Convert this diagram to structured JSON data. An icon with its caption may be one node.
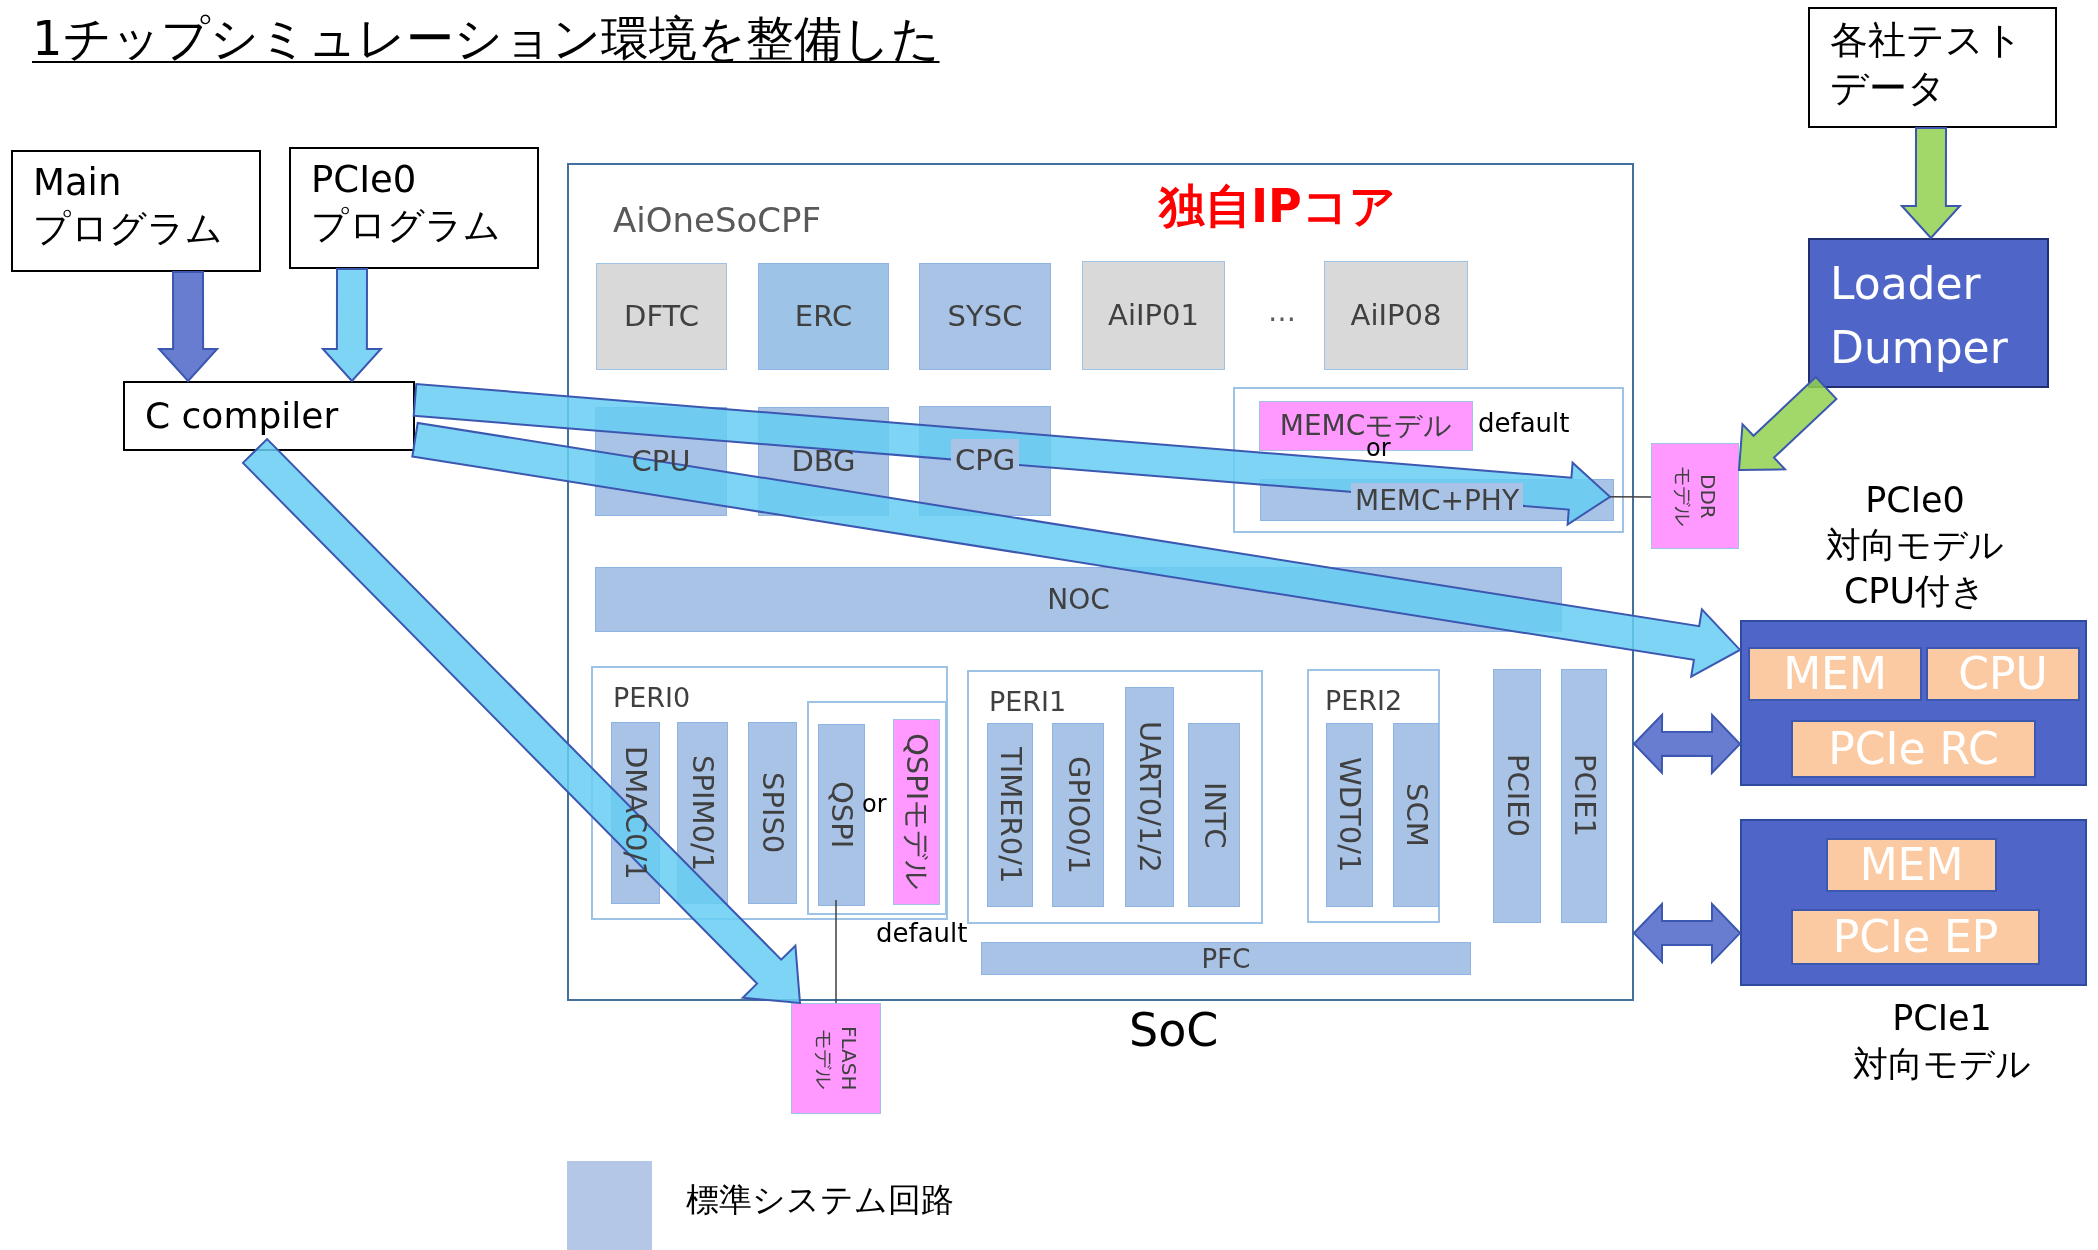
{
  "diagram": {
    "title": "1チップシミュレーション環境を整備した",
    "nodes": [
      {
        "text": [
          "Main プログラム"
        ]
      },
      {
        "text": [
          "PCIe0 プログラム"
        ]
      },
      {
        "text": [
          "C compiler"
        ]
      },
      {
        "text": [
          "各社テストデータ"
        ]
      },
      {
        "text": [
          "Loader Dumper"
        ]
      },
      {
        "text": [
          "AiOneSoCPF"
        ],
        "beside": [
          "SoC"
        ]
      },
      {
        "text": [
          "DFTC"
        ],
        "in": 5
      },
      {
        "text": [
          "ERC"
        ],
        "in": 5
      },
      {
        "text": [
          "SYSC"
        ],
        "in": 5
      },
      {
        "text": [
          "AiIP01"
        ],
        "in": 5
      },
      {
        "text": [
          "AiIP08"
        ],
        "in": 5
      },
      {
        "text": [
          "CPU"
        ],
        "in": 5
      },
      {
        "text": [
          "DBG"
        ],
        "in": 5
      },
      {
        "text": [
          "CPG"
        ],
        "in": 5
      },
      {
        "text": [],
        "shape": "box",
        "in": 5
      },
      {
        "text": [
          "MEMCモデル"
        ],
        "in": 14
      },
      {
        "text": [
          "MEMC+PHY"
        ],
        "in": 14
      },
      {
        "text": [
          "NOC"
        ],
        "in": 5
      },
      {
        "text": [
          "PERI0"
        ],
        "in": 5
      },
      {
        "text": [
          "DMAC0/1"
        ],
        "in": 18
      },
      {
        "text": [
          "SPIM0/1"
        ],
        "in": 18
      },
      {
        "text": [
          "SPIS0"
        ],
        "in": 18
      },
      {
        "text": [],
        "shape": "box",
        "in": 18
      },
      {
        "text": [
          "QSPI"
        ],
        "in": 22
      },
      {
        "text": [
          "QSPIモデル"
        ],
        "in": 22
      },
      {
        "text": [
          "PERI1"
        ],
        "in": 5
      },
      {
        "text": [
          "TIMER0/1"
        ],
        "in": 25
      },
      {
        "text": [
          "GPIO0/1"
        ],
        "in": 25
      },
      {
        "text": [
          "UART0/1/2"
        ],
        "in": 25
      },
      {
        "text": [
          "INTC"
        ],
        "in": 25
      },
      {
        "text": [
          "PERI2"
        ],
        "in": 5
      },
      {
        "text": [
          "WDT0/1"
        ],
        "in": 30
      },
      {
        "text": [
          "SCM"
        ],
        "in": 30
      },
      {
        "text": [
          "PCIE0"
        ],
        "in": 5
      },
      {
        "text": [
          "PCIE1"
        ],
        "in": 5
      },
      {
        "text": [
          "PFC"
        ],
        "in": 5
      },
      {
        "text": [
          "FLASH モデル"
        ]
      },
      {
        "text": [
          "DDR モデル"
        ]
      },
      {
        "text": [
          "PCIe0 対向モデル CPU付き"
        ]
      },
      {
        "text": [
          "MEM"
        ],
        "in": 38
      },
      {
        "text": [
          "CPU"
        ],
        "in": 38
      },
      {
        "text": [
          "PCIe RC"
        ],
        "in": 38
      },
      {
        "text": [
          "PCIe1 対向モデル"
        ]
      },
      {
        "text": [
          "MEM"
        ],
        "in": 42
      },
      {
        "text": [
          "PCIe EP"
        ],
        "in": 42
      }
    ],
    "edges": [
      {
        "from": 0,
        "to": 2,
        "arrow": "to",
        "style": "thick",
        "color": "#4f66c8"
      },
      {
        "from": 1,
        "to": 2,
        "arrow": "to",
        "style": "thick",
        "color": "#66ccf2"
      },
      {
        "from": 3,
        "to": 4,
        "arrow": "to",
        "style": "thick",
        "color": "#92d050"
      },
      {
        "from": 4,
        "to": 37,
        "arrow": "to",
        "style": "thick",
        "color": "#92d050"
      },
      {
        "from": 2,
        "to": 16,
        "arrow": "to",
        "style": "thick",
        "color": "#66ccf2"
      },
      {
        "from": 2,
        "to": 38,
        "arrow": "to",
        "style": "thick",
        "color": "#66ccf2"
      },
      {
        "from": 2,
        "to": 36,
        "arrow": "to",
        "style": "thick",
        "color": "#66ccf2"
      },
      {
        "from": 16,
        "to": 37,
        "arrow": "none"
      },
      {
        "from": 23,
        "to": 36,
        "arrow": "none"
      },
      {
        "from": 5,
        "to": 38,
        "arrow": "both",
        "style": "thick",
        "color": "#4f66c8"
      },
      {
        "from": 5,
        "to": 42,
        "arrow": "both",
        "style": "thick",
        "color": "#4f66c8"
      }
    ],
    "labels": [
      "独自IPコア",
      "…",
      "default",
      "or",
      "or",
      "default"
    ],
    "legend": [
      {
        "text": "標準システム回路",
        "color": "#b4c7e7"
      }
    ]
  }
}
